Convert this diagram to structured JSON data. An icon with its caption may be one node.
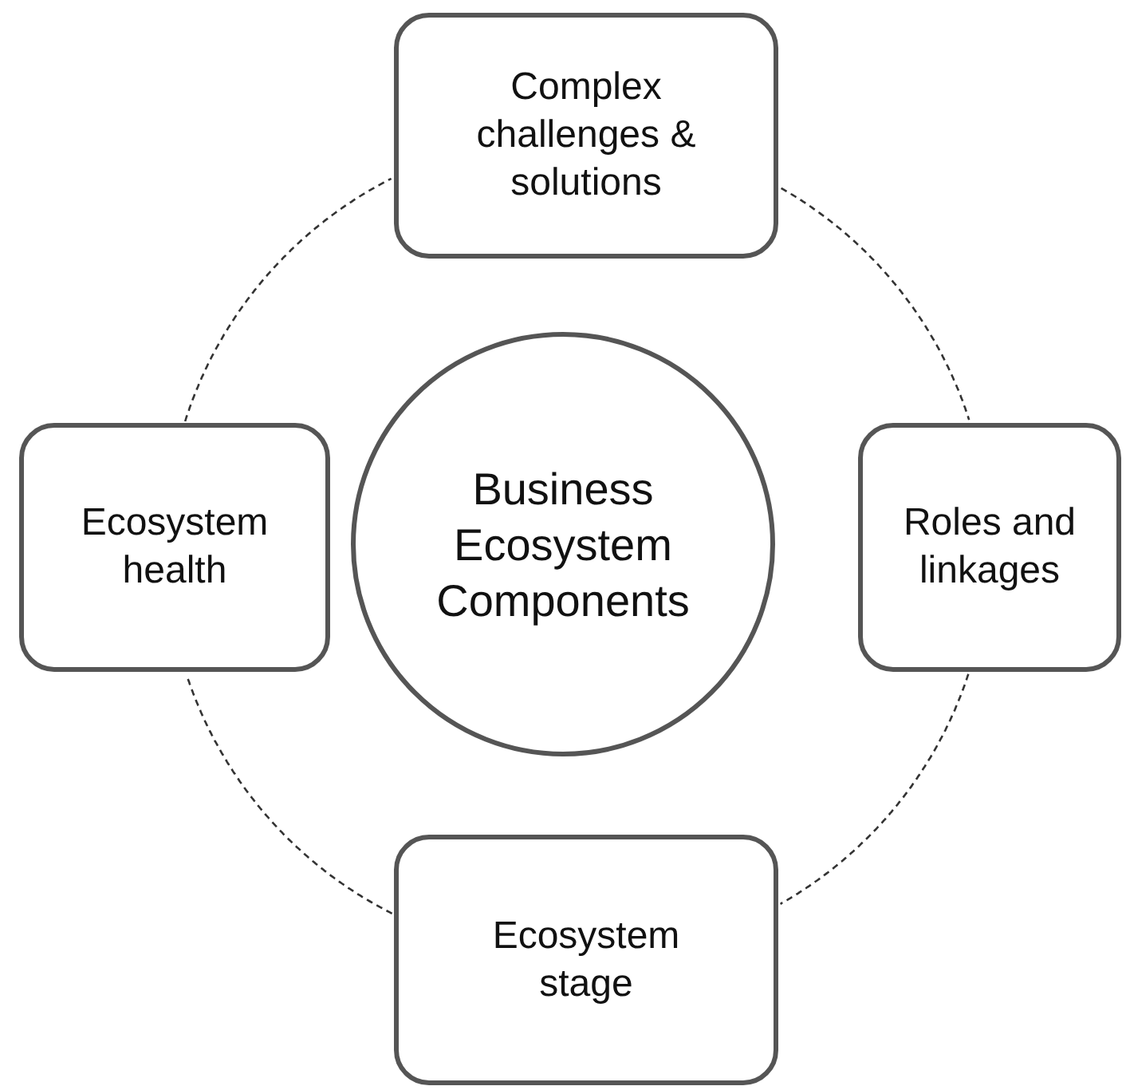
{
  "diagram": {
    "nodes": [
      {
        "text": [
          "Business Ecosystem Components"
        ]
      },
      {
        "text": [
          "Complex challenges & solutions"
        ]
      },
      {
        "text": [
          "Roles and linkages"
        ]
      },
      {
        "text": [
          "Ecosystem stage"
        ]
      },
      {
        "text": [
          "Ecosystem health"
        ]
      }
    ],
    "edges": [
      {
        "from": 1,
        "to": 2,
        "arrow": "none",
        "style": "dashed"
      },
      {
        "from": 2,
        "to": 3,
        "arrow": "none",
        "style": "dashed"
      },
      {
        "from": 3,
        "to": 4,
        "arrow": "none",
        "style": "dashed"
      },
      {
        "from": 4,
        "to": 1,
        "arrow": "none",
        "style": "dashed"
      }
    ]
  }
}
